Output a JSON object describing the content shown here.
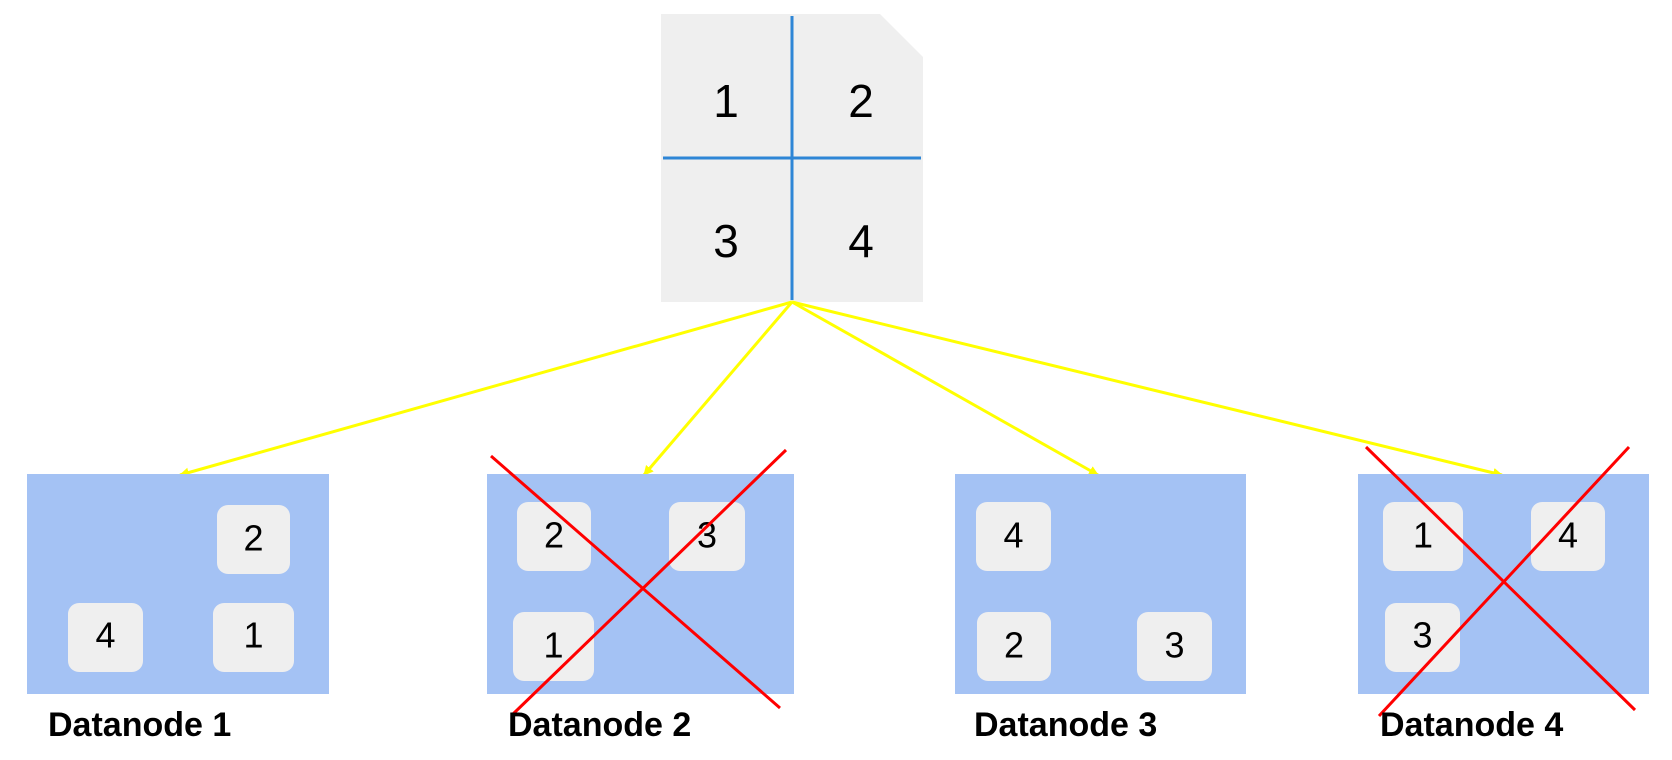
{
  "file": {
    "blocks": [
      "1",
      "2",
      "3",
      "4"
    ]
  },
  "datanodes": [
    {
      "label": "Datanode 1",
      "failed": false,
      "blocks": [
        "2",
        "4",
        "1"
      ]
    },
    {
      "label": "Datanode 2",
      "failed": true,
      "blocks": [
        "2",
        "3",
        "1"
      ]
    },
    {
      "label": "Datanode 3",
      "failed": false,
      "blocks": [
        "4",
        "2",
        "3"
      ]
    },
    {
      "label": "Datanode 4",
      "failed": true,
      "blocks": [
        "1",
        "4",
        "3"
      ]
    }
  ],
  "colors": {
    "file_fill": "#efefef",
    "file_divider": "#2e86d6",
    "node_fill": "#a4c2f4",
    "block_fill": "#efefef",
    "arrow": "#ffff00",
    "failure_mark": "#ff0000",
    "text": "#000000"
  }
}
